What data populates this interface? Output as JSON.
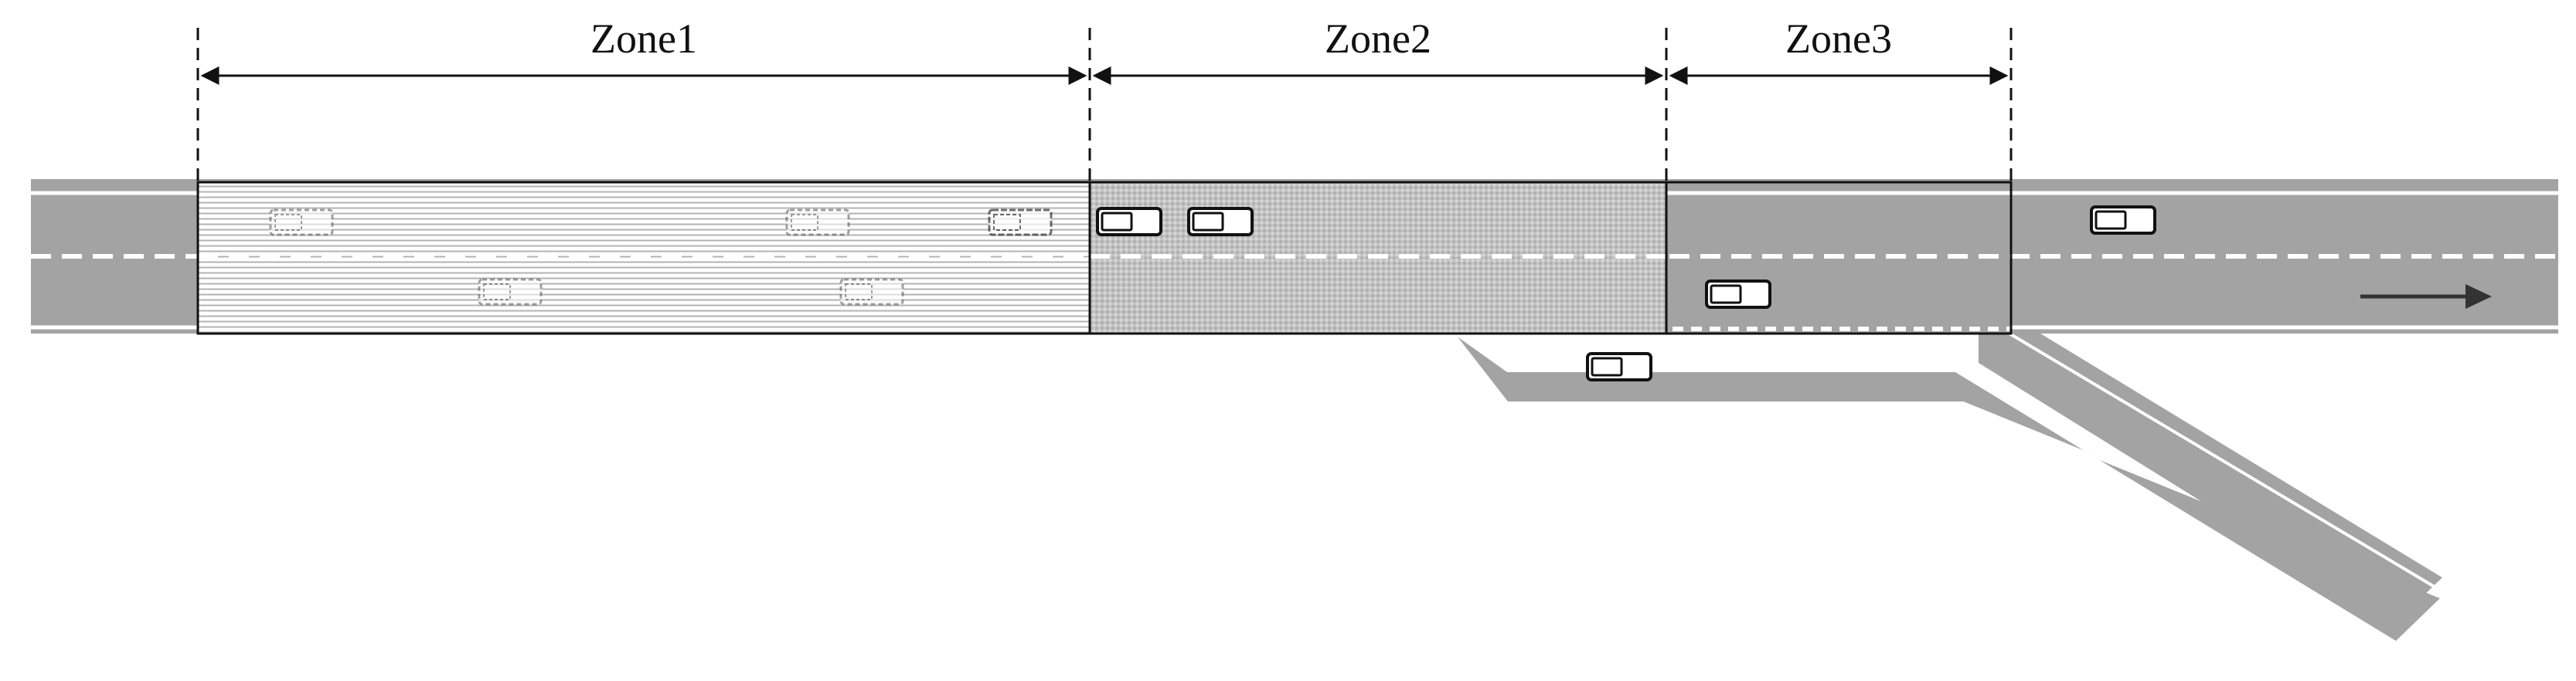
{
  "zones": [
    {
      "label": "Zone1"
    },
    {
      "label": "Zone2"
    },
    {
      "label": "Zone3"
    }
  ],
  "colors": {
    "road": "#a3a3a3",
    "line": "#ffffff",
    "outline": "#111111",
    "arrow": "#333333",
    "background": "#ffffff"
  },
  "icons": {
    "vehicle": "car-icon",
    "direction": "right-arrow-icon"
  }
}
